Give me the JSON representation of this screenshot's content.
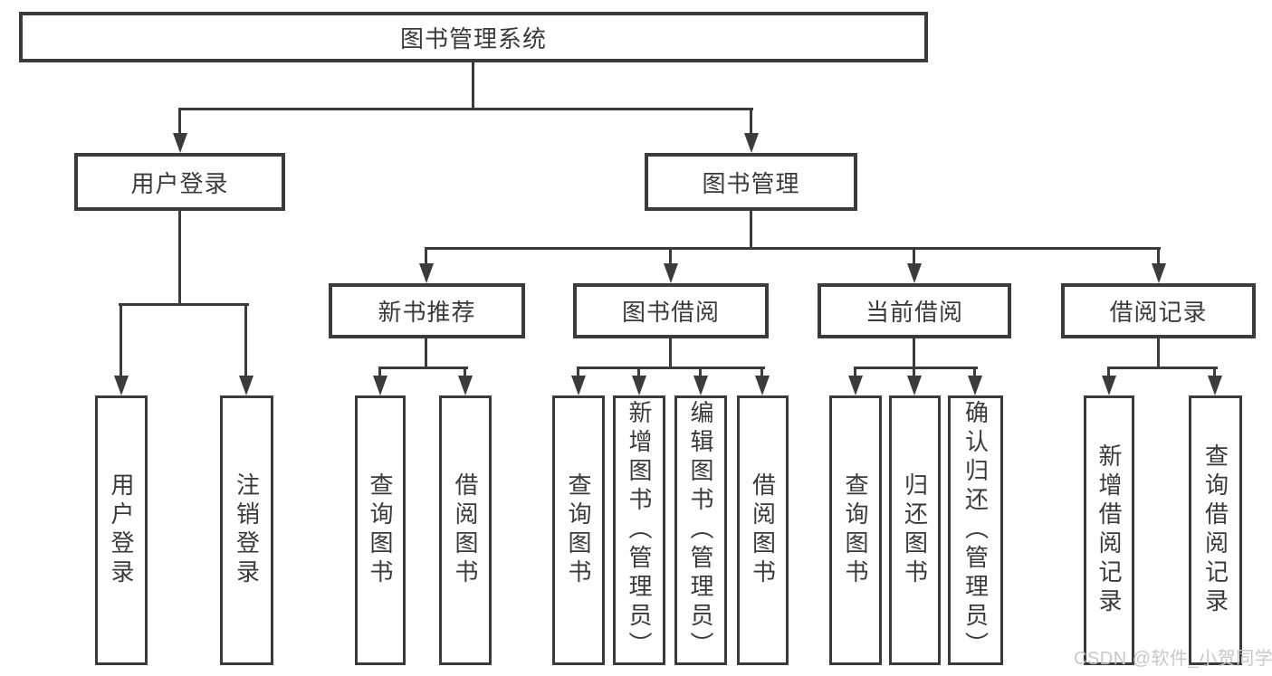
{
  "colors": {
    "line": "#3b3b3b",
    "text": "#3a3a3a",
    "background": "#ffffff",
    "watermark": "#c8c8c8"
  },
  "watermark": "CSDN @软件_小贺同学",
  "nodes": {
    "root": "图书管理系统",
    "user_login": "用户登录",
    "book_mgmt": "图书管理",
    "new_rec": "新书推荐",
    "borrow": "图书借阅",
    "current": "当前借阅",
    "records": "借阅记录",
    "leaf_login": "用户登录",
    "leaf_logout": "注销登录",
    "leaf_rec_query": "查询图书",
    "leaf_rec_borrow": "借阅图书",
    "leaf_bor_query": "查询图书",
    "leaf_bor_add": "新增图书（管理员）",
    "leaf_bor_edit": "编辑图书（管理员）",
    "leaf_bor_borrow": "借阅图书",
    "leaf_cur_query": "查询图书",
    "leaf_cur_return": "归还图书",
    "leaf_cur_confirm": "确认归还（管理员）",
    "leaf_rb_add": "新增借阅记录",
    "leaf_rb_query": "查询借阅记录"
  },
  "hierarchy": {
    "图书管理系统": {
      "用户登录": [
        "用户登录",
        "注销登录"
      ],
      "图书管理": {
        "新书推荐": [
          "查询图书",
          "借阅图书"
        ],
        "图书借阅": [
          "查询图书",
          "新增图书（管理员）",
          "编辑图书（管理员）",
          "借阅图书"
        ],
        "当前借阅": [
          "查询图书",
          "归还图书",
          "确认归还（管理员）"
        ],
        "借阅记录": [
          "新增借阅记录",
          "查询借阅记录"
        ]
      }
    }
  }
}
